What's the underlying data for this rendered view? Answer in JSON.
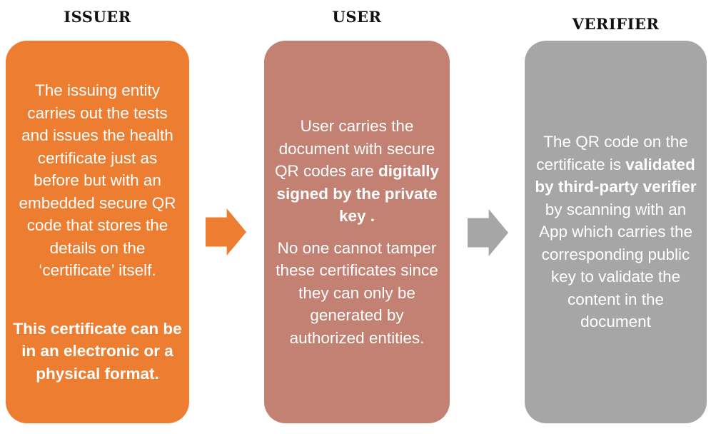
{
  "columns": [
    {
      "heading": "ISSUER",
      "box_color": "#ED7D31",
      "paragraphs": [
        [
          {
            "text": "The issuing entity carries out the tests and issues the health certificate just as before but with an embedded secure QR code that stores the details on the ‘certificate’ itself.",
            "bold": false
          }
        ],
        [
          {
            "text": "This certificate can be in an electronic or a physical format.",
            "bold": true
          }
        ]
      ]
    },
    {
      "heading": "USER",
      "box_color": "#C28172",
      "paragraphs": [
        [
          {
            "text": "User carries the document with secure QR codes are ",
            "bold": false
          },
          {
            "text": "digitally signed by the private key .",
            "bold": true
          }
        ],
        [
          {
            "text": "No one cannot tamper these certificates since they can only be generated by authorized entities.",
            "bold": false
          }
        ]
      ]
    },
    {
      "heading": "VERIFIER",
      "box_color": "#A6A6A6",
      "paragraphs": [
        [
          {
            "text": "The QR code on the certificate is ",
            "bold": false
          },
          {
            "text": "validated by third-party verifier",
            "bold": true
          },
          {
            "text": " by scanning with an App which carries the corresponding public key to validate the content in the document",
            "bold": false
          }
        ]
      ]
    }
  ],
  "arrows": [
    {
      "color": "#ED7D31"
    },
    {
      "color": "#A6A6A6"
    }
  ]
}
